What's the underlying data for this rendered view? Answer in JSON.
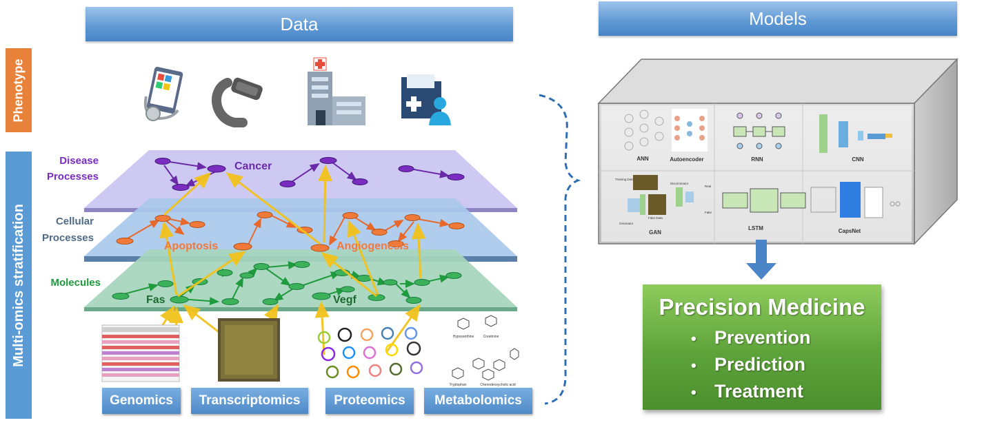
{
  "headers": {
    "data": "Data",
    "models": "Models"
  },
  "side_bars": {
    "phenotype": "Phenotype",
    "multiomics": "Multi-omics stratification"
  },
  "layers": {
    "disease": {
      "label_line1": "Disease",
      "label_line2": "Processes",
      "node_label": "Cancer"
    },
    "cellular": {
      "label_line1": "Cellular",
      "label_line2": "Processes",
      "node_label_1": "Apoptosis",
      "node_label_2": "Angiogenesis"
    },
    "molecules": {
      "label": "Molecules",
      "node_label_1": "Fas",
      "node_label_2": "Vegf"
    }
  },
  "omics": [
    "Genomics",
    "Transcriptomics",
    "Proteomics",
    "Metabolomics"
  ],
  "metabolite_labels": [
    "Hypoxanthine",
    "Creatinine",
    "Tryptophan",
    "Chenodeoxycholic acid"
  ],
  "models_panel": {
    "ann": "ANN",
    "autoencoder": "Autoencoder",
    "rnn": "RNN",
    "cnn": "CNN",
    "gan": "GAN",
    "lstm": "LSTM",
    "capsnet": "CapsNet",
    "gan_parts": {
      "training_data": "Training Data",
      "discriminator": "Discriminator",
      "generator": "Generator",
      "fake_data": "Fake Data",
      "real": "Real",
      "fake": "Fake"
    }
  },
  "precision": {
    "title": "Precision Medicine",
    "bullets": [
      "Prevention",
      "Prediction",
      "Treatment"
    ],
    "bullet_glyph": "•"
  },
  "colors": {
    "header": "#5d97d3",
    "phenotype_bar": "#e8823a",
    "omics_bar": "#5b9bd5",
    "disease_layer": "#c9c3f2",
    "cellular_layer": "#a9c9ec",
    "molecule_layer": "#a6d5bd",
    "disease_node": "#7a2bc0",
    "cellular_node": "#f07a3a",
    "molecule_node": "#3bb25a",
    "arrow_yellow": "#f4d03f",
    "precision_green": "#5da33a"
  },
  "icons": [
    "tablet-stethoscope-icon",
    "smartwatch-icon",
    "hospital-icon",
    "medical-folder-icon"
  ]
}
